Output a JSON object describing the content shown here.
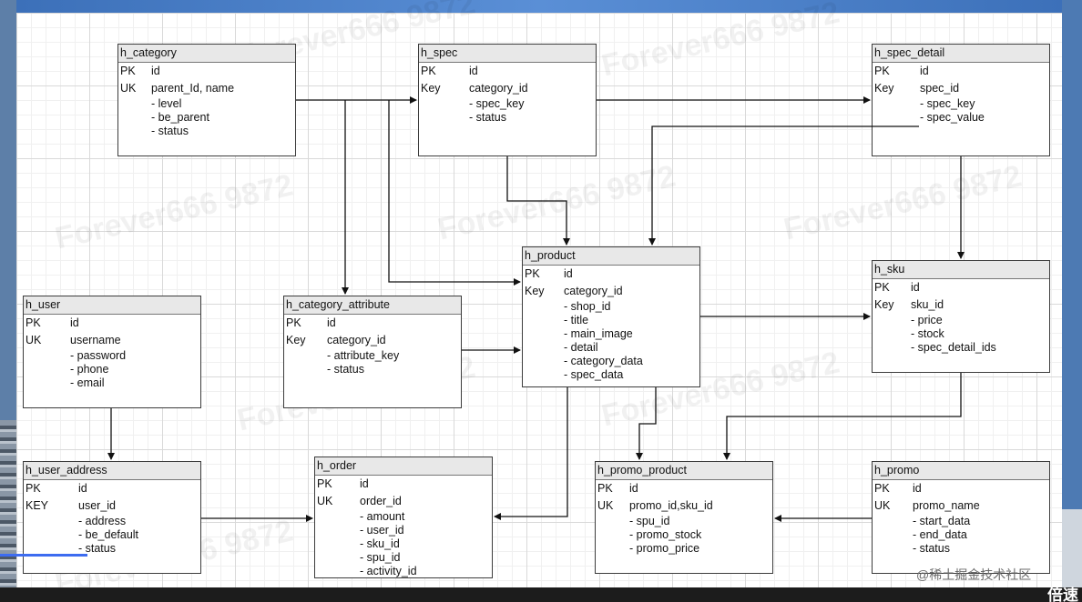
{
  "watermark": "@稀土掘金技术社区",
  "corner_text": "倍速",
  "bg_watermarks": [
    "Forever666 9872",
    "Forever666 9872",
    "Forever666 9872",
    "Forever666 9872",
    "Forever666 9872",
    "Forever666 9872",
    "Forever666 9872",
    "Forever666 9872"
  ],
  "tables": {
    "h_category": {
      "name": "h_category",
      "keys": [
        {
          "k": "PK",
          "f": "id"
        },
        {
          "k": "UK",
          "f": "parent_Id, name"
        }
      ],
      "fields": [
        "- level",
        "- be_parent",
        "- status"
      ]
    },
    "h_spec": {
      "name": "h_spec",
      "keys": [
        {
          "k": "PK",
          "f": "id"
        },
        {
          "k": "Key",
          "f": "category_id"
        }
      ],
      "fields": [
        "- spec_key",
        "- status"
      ]
    },
    "h_spec_detail": {
      "name": "h_spec_detail",
      "keys": [
        {
          "k": "PK",
          "f": "id"
        },
        {
          "k": "Key",
          "f": "spec_id"
        }
      ],
      "fields": [
        "- spec_key",
        "- spec_value"
      ]
    },
    "h_product": {
      "name": "h_product",
      "keys": [
        {
          "k": "PK",
          "f": "id"
        },
        {
          "k": "Key",
          "f": "category_id"
        }
      ],
      "fields": [
        "- shop_id",
        "- title",
        "- main_image",
        "- detail",
        "- category_data",
        "- spec_data"
      ]
    },
    "h_sku": {
      "name": "h_sku",
      "keys": [
        {
          "k": "PK",
          "f": "id"
        },
        {
          "k": "Key",
          "f": "sku_id"
        }
      ],
      "fields": [
        "- price",
        "- stock",
        "- spec_detail_ids"
      ]
    },
    "h_user": {
      "name": "h_user",
      "keys": [
        {
          "k": "PK",
          "f": "id"
        },
        {
          "k": "UK",
          "f": "username"
        }
      ],
      "fields": [
        "- password",
        "- phone",
        "- email"
      ]
    },
    "h_category_attribute": {
      "name": "h_category_attribute",
      "keys": [
        {
          "k": "PK",
          "f": "id"
        },
        {
          "k": "Key",
          "f": "category_id"
        }
      ],
      "fields": [
        "- attribute_key",
        "- status"
      ]
    },
    "h_user_address": {
      "name": "h_user_address",
      "keys": [
        {
          "k": "PK",
          "f": "id"
        },
        {
          "k": "KEY",
          "f": "user_id"
        }
      ],
      "fields": [
        "- address",
        "- be_default",
        "- status"
      ]
    },
    "h_order": {
      "name": "h_order",
      "keys": [
        {
          "k": "PK",
          "f": "id"
        },
        {
          "k": "UK",
          "f": "order_id"
        }
      ],
      "fields": [
        "- amount",
        "- user_id",
        "- sku_id",
        "- spu_id",
        "- activity_id"
      ]
    },
    "h_promo_product": {
      "name": "h_promo_product",
      "keys": [
        {
          "k": "PK",
          "f": "id"
        },
        {
          "k": "UK",
          "f": "promo_id,sku_id"
        }
      ],
      "fields": [
        "- spu_id",
        "- promo_stock",
        "- promo_price"
      ]
    },
    "h_promo": {
      "name": "h_promo",
      "keys": [
        {
          "k": "PK",
          "f": "id"
        },
        {
          "k": "UK",
          "f": "promo_name"
        }
      ],
      "fields": [
        "- start_data",
        "- end_data",
        "- status"
      ]
    }
  }
}
